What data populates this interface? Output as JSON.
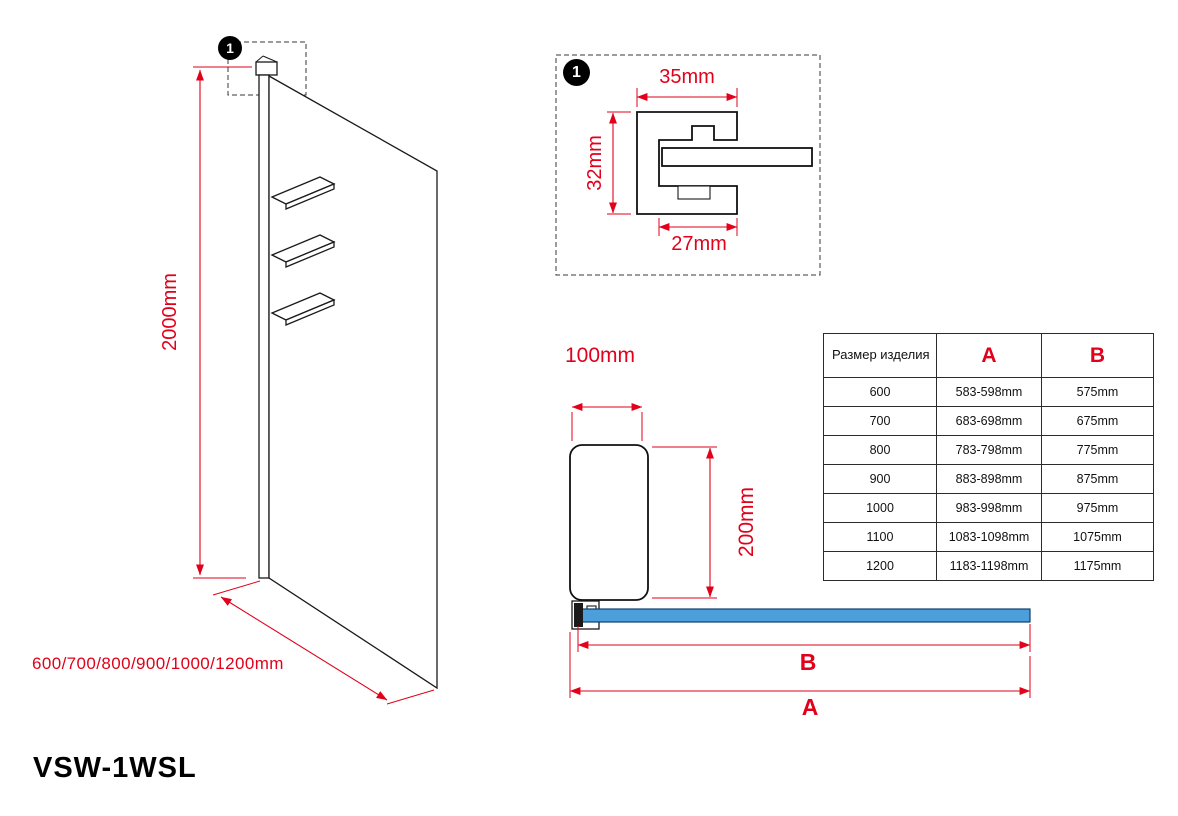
{
  "model_label": "VSW-1WSL",
  "colors": {
    "dimension_red": "#e2001a",
    "line_black": "#1a1a1a",
    "glass_blue": "#4d9fdc"
  },
  "iso_view": {
    "callout": "1",
    "height_dim": "2000mm",
    "width_options_dim": "600/700/800/900/1000/1200mm"
  },
  "detail_view": {
    "callout": "1",
    "top_dim": "35mm",
    "side_dim": "32mm",
    "bottom_dim": "27mm"
  },
  "plan_view": {
    "profile_depth_dim": "100mm",
    "bracket_height_dim": "200mm",
    "dim_b_label": "B",
    "dim_a_label": "A"
  },
  "size_table": {
    "col_size_header": "Размер изделия",
    "col_a_header": "A",
    "col_b_header": "B",
    "rows": [
      {
        "size": "600",
        "a": "583-598mm",
        "b": "575mm"
      },
      {
        "size": "700",
        "a": "683-698mm",
        "b": "675mm"
      },
      {
        "size": "800",
        "a": "783-798mm",
        "b": "775mm"
      },
      {
        "size": "900",
        "a": "883-898mm",
        "b": "875mm"
      },
      {
        "size": "1000",
        "a": "983-998mm",
        "b": "975mm"
      },
      {
        "size": "1100",
        "a": "1083-1098mm",
        "b": "1075mm"
      },
      {
        "size": "1200",
        "a": "1183-1198mm",
        "b": "1175mm"
      }
    ]
  }
}
